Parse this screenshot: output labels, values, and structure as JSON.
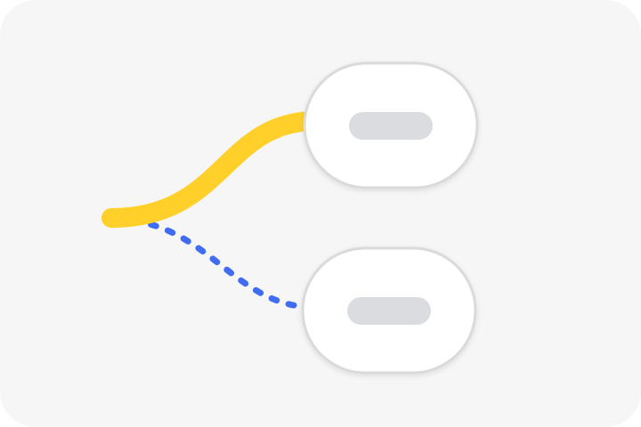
{
  "colors": {
    "background": "#f6f6f6",
    "primary_connector": "#ffd02a",
    "secondary_connector": "#3f6cf0",
    "node_fill": "#ffffff",
    "node_border": "#dadada",
    "label_placeholder": "#dadcdf"
  },
  "diagram": {
    "type": "branch",
    "nodes": [
      {
        "id": "node-top",
        "label": ""
      },
      {
        "id": "node-bottom",
        "label": ""
      }
    ],
    "connectors": [
      {
        "from": "origin",
        "to": "node-top",
        "style": "solid"
      },
      {
        "from": "origin",
        "to": "node-bottom",
        "style": "dotted"
      }
    ]
  }
}
